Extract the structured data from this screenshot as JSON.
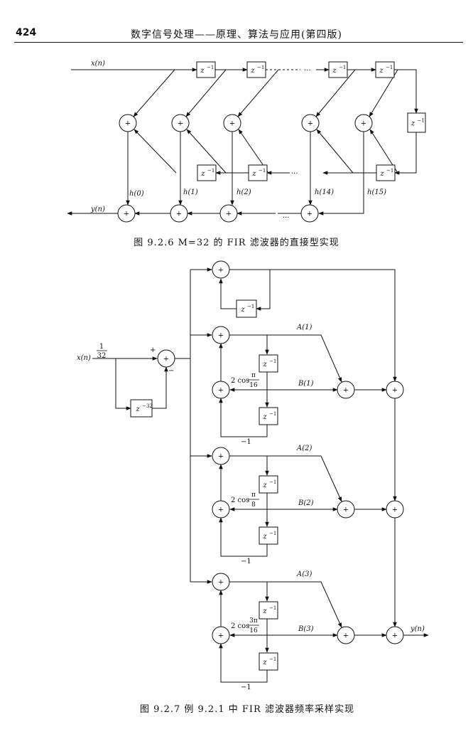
{
  "header": {
    "page_number": "424",
    "title": "数字信号处理——原理、算法与应用(第四版)"
  },
  "figure1": {
    "caption": "图 9.2.6   M=32 的 FIR 滤波器的直接型实现",
    "input_label": "x(n)",
    "output_label": "y(n)",
    "delay_label": "z",
    "delay_exp": "−1",
    "ellipsis": "···",
    "adder_symbol": "+",
    "coeff_labels": [
      "h(0)",
      "h(1)",
      "h(2)",
      "h(14)",
      "h(15)"
    ]
  },
  "figure2": {
    "caption": "图 9.2.7   例 9.2.1 中 FIR 滤波器频率采样实现",
    "input_label": "x(n)",
    "output_label": "y(n)",
    "gain_num": "1",
    "gain_den": "32",
    "comb_delay_label": "z",
    "comb_delay_exp": "−32",
    "delay_label": "z",
    "delay_exp": "−1",
    "plus_sign": "+",
    "minus_sign": "−",
    "adder_symbol": "+",
    "feedback_gain": "−1",
    "cos_prefix": "2 cos",
    "sections": [
      {
        "a_label": "A(1)",
        "b_label": "B(1)",
        "cos_num": "π",
        "cos_den": "16"
      },
      {
        "a_label": "A(2)",
        "b_label": "B(2)",
        "cos_num": "π",
        "cos_den": "8"
      },
      {
        "a_label": "A(3)",
        "b_label": "B(3)",
        "cos_num": "3π",
        "cos_den": "16"
      }
    ]
  }
}
